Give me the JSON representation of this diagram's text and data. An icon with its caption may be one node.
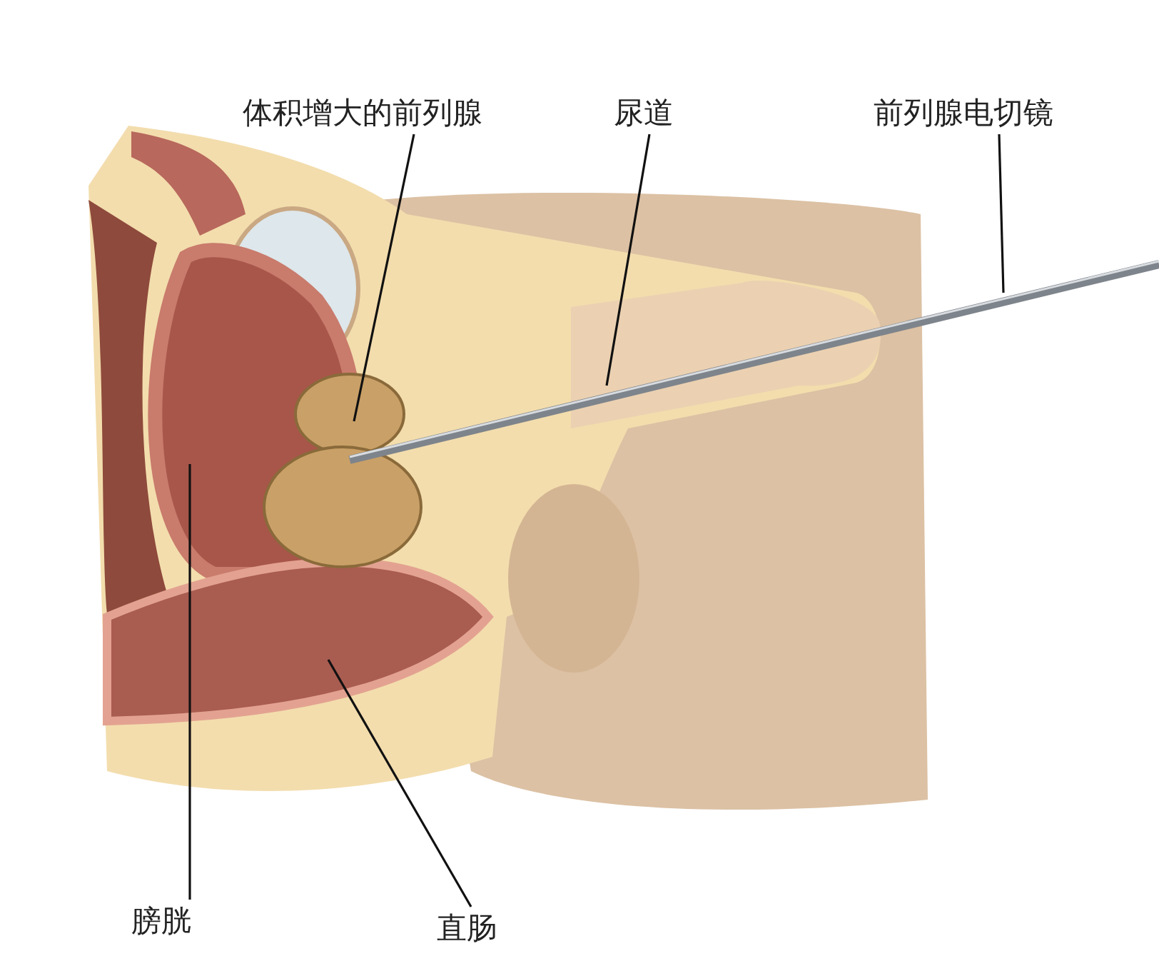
{
  "diagram": {
    "nodes": [
      {
        "text": [
          "体积增大的前列腺"
        ]
      },
      {
        "text": [
          "尿道"
        ]
      },
      {
        "text": [
          "前列腺电切镜"
        ]
      },
      {
        "text": [
          "膀胱"
        ]
      },
      {
        "text": [
          "直肠"
        ]
      }
    ],
    "edges": [
      {
        "from": 0,
        "to": null,
        "arrow": "none"
      },
      {
        "from": 1,
        "to": null,
        "arrow": "none"
      },
      {
        "from": 2,
        "to": null,
        "arrow": "none"
      },
      {
        "from": 3,
        "to": null,
        "arrow": "none"
      },
      {
        "from": 4,
        "to": null,
        "arrow": "none"
      }
    ]
  }
}
